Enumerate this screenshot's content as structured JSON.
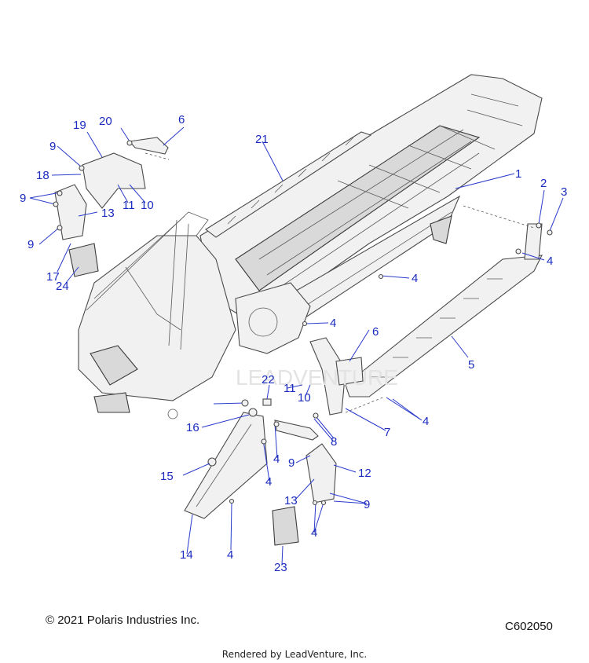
{
  "copyright": "© 2021 Polaris Industries Inc.",
  "diagram_code": "C602050",
  "rendered_by": "Rendered by LeadVenture, Inc.",
  "watermark": "LEADVENTURE",
  "callouts": [
    {
      "id": "c1",
      "text": "1"
    },
    {
      "id": "c2",
      "text": "2"
    },
    {
      "id": "c3",
      "text": "3"
    },
    {
      "id": "c4a",
      "text": "4"
    },
    {
      "id": "c4b",
      "text": "4"
    },
    {
      "id": "c4c",
      "text": "4"
    },
    {
      "id": "c4d",
      "text": "4"
    },
    {
      "id": "c4e",
      "text": "4"
    },
    {
      "id": "c4f",
      "text": "4"
    },
    {
      "id": "c4g",
      "text": "4"
    },
    {
      "id": "c4h",
      "text": "4"
    },
    {
      "id": "c5",
      "text": "5"
    },
    {
      "id": "c6a",
      "text": "6"
    },
    {
      "id": "c6b",
      "text": "6"
    },
    {
      "id": "c7",
      "text": "7"
    },
    {
      "id": "c8",
      "text": "8"
    },
    {
      "id": "c9a",
      "text": "9"
    },
    {
      "id": "c9b",
      "text": "9"
    },
    {
      "id": "c9c",
      "text": "9"
    },
    {
      "id": "c9d",
      "text": "9"
    },
    {
      "id": "c9e",
      "text": "9"
    },
    {
      "id": "c9f",
      "text": "9"
    },
    {
      "id": "c10a",
      "text": "10"
    },
    {
      "id": "c10b",
      "text": "10"
    },
    {
      "id": "c11a",
      "text": "11"
    },
    {
      "id": "c11b",
      "text": "11"
    },
    {
      "id": "c12",
      "text": "12"
    },
    {
      "id": "c13a",
      "text": "13"
    },
    {
      "id": "c13b",
      "text": "13"
    },
    {
      "id": "c14",
      "text": "14"
    },
    {
      "id": "c15",
      "text": "15"
    },
    {
      "id": "c16",
      "text": "16"
    },
    {
      "id": "c17",
      "text": "17"
    },
    {
      "id": "c18",
      "text": "18"
    },
    {
      "id": "c19",
      "text": "19"
    },
    {
      "id": "c20",
      "text": "20"
    },
    {
      "id": "c21",
      "text": "21"
    },
    {
      "id": "c22",
      "text": "22"
    },
    {
      "id": "c23",
      "text": "23"
    },
    {
      "id": "c24",
      "text": "24"
    }
  ],
  "colors": {
    "callout": "#1a2bbf",
    "line": "#4a4a4a"
  }
}
